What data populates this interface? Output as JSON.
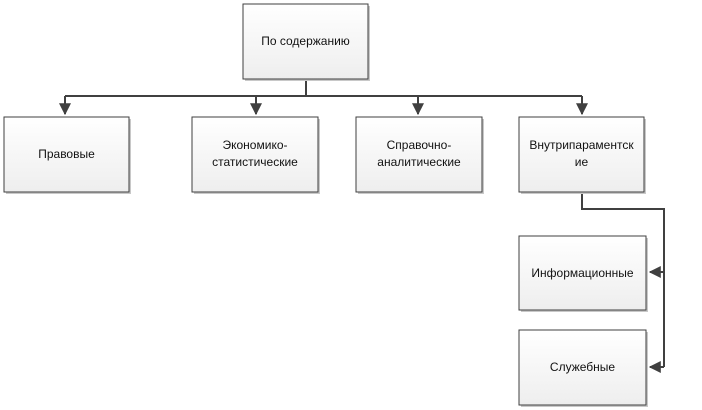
{
  "diagram": {
    "root": {
      "id": "content",
      "label": "По содержанию"
    },
    "level1": [
      {
        "id": "legal",
        "label_lines": [
          "Правовые"
        ]
      },
      {
        "id": "econ",
        "label_lines": [
          "Экономико-",
          "статистические"
        ]
      },
      {
        "id": "ref",
        "label_lines": [
          "Справочно-",
          "аналитические"
        ]
      },
      {
        "id": "internal",
        "label_lines": [
          "Внутрипараментск",
          "ие"
        ]
      }
    ],
    "internal_children": [
      {
        "id": "info",
        "label_lines": [
          "Информационные"
        ]
      },
      {
        "id": "service",
        "label_lines": [
          "Служебные"
        ]
      }
    ],
    "colors": {
      "box_fill_top": "#ffffff",
      "box_fill_bottom": "#eeeeee",
      "box_stroke": "#3f3f3f",
      "connector": "#404040",
      "text": "#111111"
    }
  }
}
